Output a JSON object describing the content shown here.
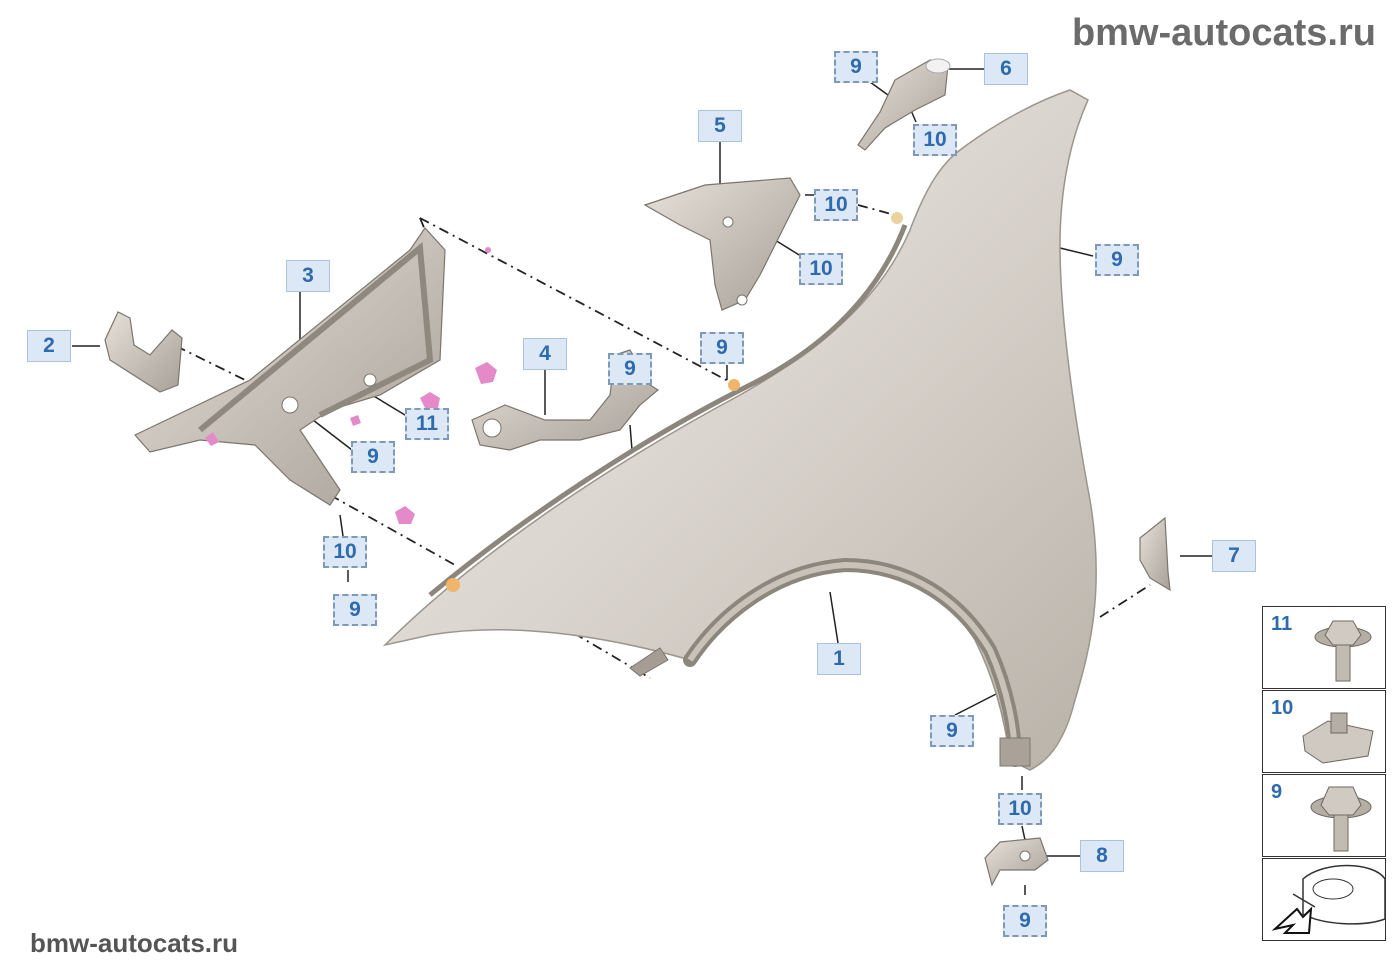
{
  "watermark_top": "bmw-autocats.ru",
  "watermark_bottom": "bmw-autocats.ru",
  "callouts": [
    {
      "id": "c1",
      "label": "1"
    },
    {
      "id": "c2",
      "label": "2"
    },
    {
      "id": "c3",
      "label": "3"
    },
    {
      "id": "c4",
      "label": "4"
    },
    {
      "id": "c5",
      "label": "5"
    },
    {
      "id": "c6",
      "label": "6"
    },
    {
      "id": "c7",
      "label": "7"
    },
    {
      "id": "c8",
      "label": "8"
    },
    {
      "id": "c9a",
      "label": "9"
    },
    {
      "id": "c9b",
      "label": "9"
    },
    {
      "id": "c9c",
      "label": "9"
    },
    {
      "id": "c9d",
      "label": "9"
    },
    {
      "id": "c9e",
      "label": "9"
    },
    {
      "id": "c9f",
      "label": "9"
    },
    {
      "id": "c9g",
      "label": "9"
    },
    {
      "id": "c9h",
      "label": "9"
    },
    {
      "id": "c10a",
      "label": "10"
    },
    {
      "id": "c10b",
      "label": "10"
    },
    {
      "id": "c10c",
      "label": "10"
    },
    {
      "id": "c10d",
      "label": "10"
    },
    {
      "id": "c10e",
      "label": "10"
    },
    {
      "id": "c11",
      "label": "11"
    }
  ],
  "legend": [
    {
      "label": "11",
      "icon": "flange-bolt-icon"
    },
    {
      "label": "10",
      "icon": "clip-nut-icon"
    },
    {
      "label": "9",
      "icon": "hex-bolt-icon"
    },
    {
      "label": "",
      "icon": "car-front-location-icon"
    }
  ],
  "colors": {
    "callout_text": "#2e6aae",
    "callout_bg": "#dce8f5",
    "part_fill": "#d8d3cc",
    "accent_pink": "#e58ac9",
    "accent_orange": "#f0b46a"
  }
}
